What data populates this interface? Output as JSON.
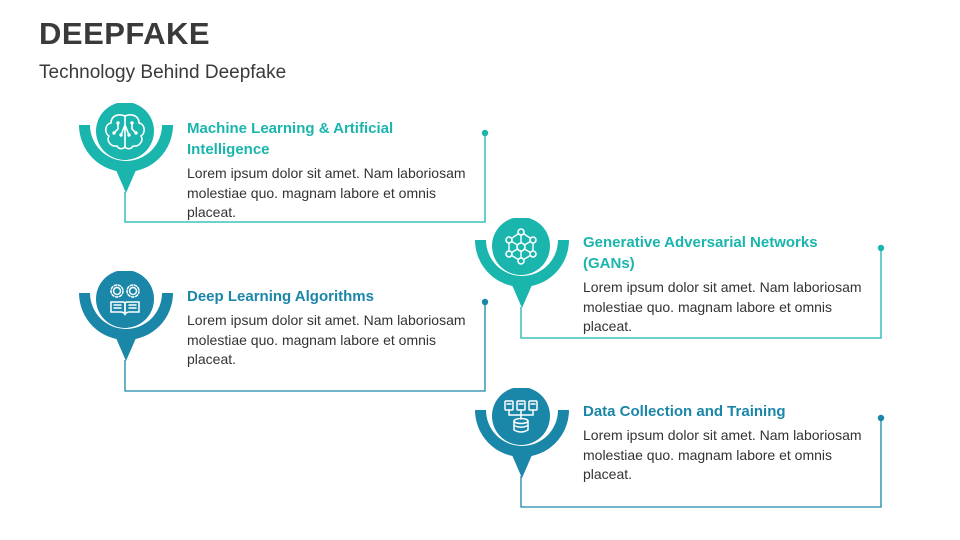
{
  "header": {
    "title": "DEEPFAKE",
    "subtitle": "Technology Behind Deepfake"
  },
  "items": [
    {
      "title": "Machine Learning & Artificial Intelligence",
      "body": "Lorem ipsum dolor sit amet. Nam laboriosam molestiae quo. magnam labore et omnis placeat.",
      "icon": "brain-circuit-icon",
      "color": "#1ab5ad"
    },
    {
      "title": "Generative Adversarial Networks (GANs)",
      "body": "Lorem ipsum dolor sit amet. Nam laboriosam molestiae quo. magnam labore et omnis placeat.",
      "icon": "neural-network-icon",
      "color": "#1ab5ad"
    },
    {
      "title": "Deep Learning Algorithms",
      "body": "Lorem ipsum dolor sit amet. Nam laboriosam molestiae quo. magnam labore et omnis placeat.",
      "icon": "gears-book-icon",
      "color": "#1a86a8"
    },
    {
      "title": "Data Collection and Training",
      "body": "Lorem ipsum dolor sit amet. Nam laboriosam molestiae quo. magnam labore et omnis placeat.",
      "icon": "database-servers-icon",
      "color": "#1a86a8"
    }
  ],
  "colors": {
    "teal": "#1ab5ad",
    "blue": "#1a86a8",
    "text": "#333333",
    "title": "#3a3a3a"
  }
}
